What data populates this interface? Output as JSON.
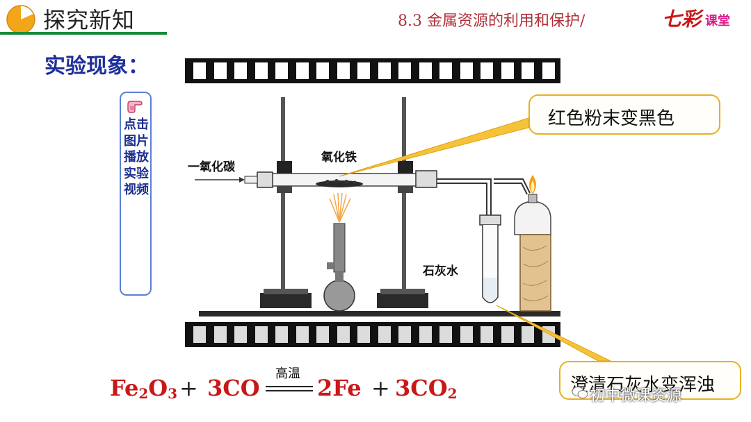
{
  "header": {
    "title": "探究新知",
    "lesson": "8.3 金属资源的利用和保护/",
    "logo_main": "七彩",
    "logo_sub": "课堂",
    "accent_color": "#1a8a3a"
  },
  "heading": "实验现象：",
  "side_button": {
    "label": "点击图片播放实验视频"
  },
  "diagram": {
    "label_co": "一氧化碳",
    "label_fe2o3": "氧化铁",
    "label_limewater": "石灰水"
  },
  "callouts": {
    "top": "红色粉末变黑色",
    "bottom": "澄清石灰水变浑浊"
  },
  "equation": {
    "reactant1": "Fe",
    "reactant1_sub1": "2",
    "reactant1_mid": "O",
    "reactant1_sub2": "3",
    "plus1": "+",
    "reactant2": "3CO",
    "condition": "高温",
    "product1": "2Fe",
    "plus2": "+",
    "product2": "3CO",
    "product2_sub": "2",
    "color": "#c81818"
  },
  "watermark": "初中微课资源"
}
